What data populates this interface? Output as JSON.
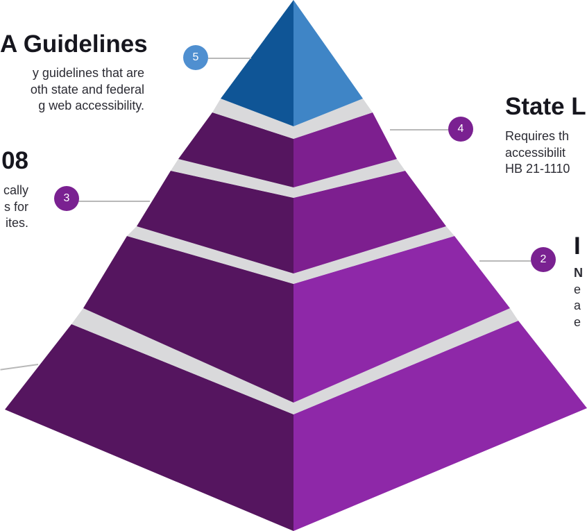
{
  "colors": {
    "level_dark": "#55155f",
    "level_light": "#7d1f8f",
    "level_bright": "#8e28a8",
    "apex_dark": "#0f5596",
    "apex_light": "#3f85c6",
    "separator": "#d9d9db",
    "connector": "#b8b8b8",
    "badge_purple": "#7a2191",
    "badge_blue": "#4f8fd0"
  },
  "levels": [
    {
      "number": "5",
      "title": "A Guidelines",
      "lines": [
        "y guidelines that are",
        "oth state and federal",
        "g web accessibility."
      ]
    },
    {
      "number": "4",
      "title": "State L",
      "lines": [
        "Requires th",
        "accessibilit",
        "HB 21-1110"
      ]
    },
    {
      "number": "3",
      "title": "08",
      "lines": [
        "cally",
        "s for",
        "ites."
      ]
    },
    {
      "number": "2",
      "title": "I",
      "lines": [
        "N",
        "e",
        "a",
        "e"
      ]
    }
  ]
}
